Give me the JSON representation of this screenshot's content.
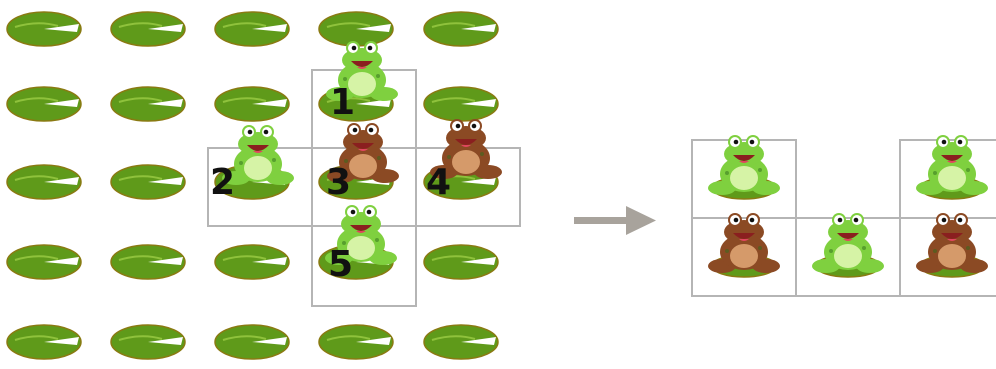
{
  "colors": {
    "lily_pad": "#5f9a1a",
    "lily_pad_edge": "#8a7a12",
    "green_frog": "#7fd03f",
    "green_frog_belly": "#d6f3a6",
    "brown_frog": "#8b4a24",
    "brown_frog_belly": "#d59a6a",
    "cell_border": "#b5b5b5",
    "arrow": "#a8a39c"
  },
  "labels": {
    "cell_1": "1",
    "cell_2": "2",
    "cell_3": "3",
    "cell_4": "4",
    "cell_5": "5"
  },
  "grid": {
    "rows": 5,
    "columns": 5,
    "pads": "all"
  },
  "left_frogs": [
    {
      "cell": "1",
      "color": "green"
    },
    {
      "cell": "2",
      "color": "green"
    },
    {
      "cell": "3",
      "color": "brown"
    },
    {
      "cell": "4",
      "color": "brown"
    },
    {
      "cell": "5",
      "color": "green"
    }
  ],
  "right_layout": {
    "top_row": [
      "green",
      "empty",
      "green"
    ],
    "bottom_row": [
      "brown",
      "green",
      "brown"
    ]
  },
  "arrow_icon": "right-arrow-icon"
}
